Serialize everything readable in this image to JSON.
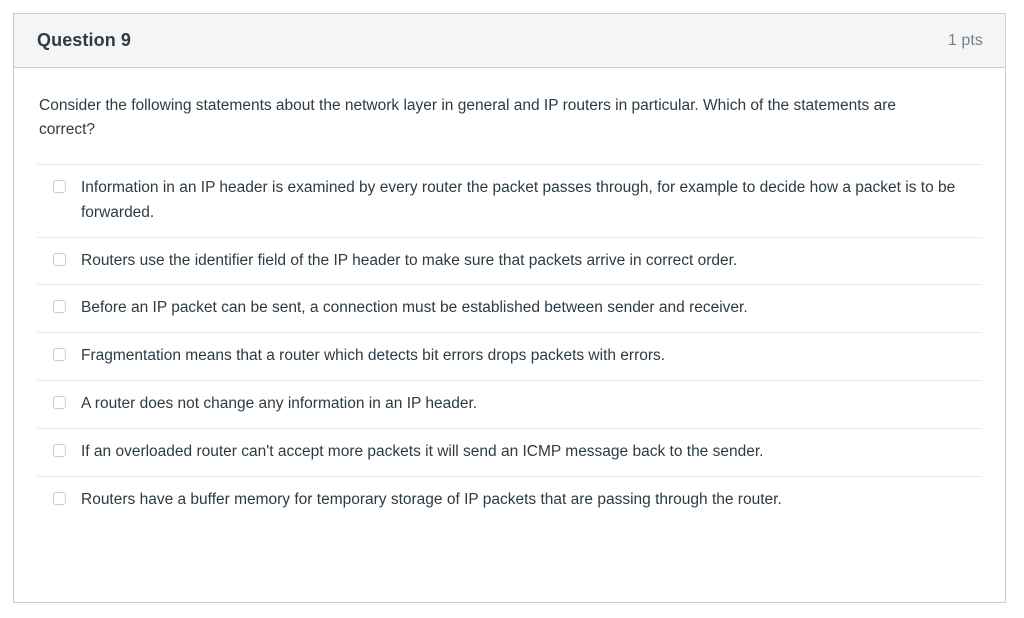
{
  "question": {
    "title": "Question 9",
    "points": "1 pts",
    "prompt": "Consider the following statements about the network layer in general and IP routers in particular. Which of the statements are correct?",
    "answers": [
      {
        "text": "Information in an IP header is examined by every router the packet passes through, for example to decide how a packet is to be forwarded.",
        "checked": false
      },
      {
        "text": "Routers use the identifier field of the IP header to make sure that packets arrive in correct order.",
        "checked": false
      },
      {
        "text": "Before an IP packet can be sent, a connection must be established between sender and receiver.",
        "checked": false
      },
      {
        "text": "Fragmentation means that a router which detects bit errors drops packets with errors.",
        "checked": false
      },
      {
        "text": "A router does not change any information in an IP header.",
        "checked": false
      },
      {
        "text": "If an overloaded router can't accept more packets it will send an ICMP message back to the sender.",
        "checked": false
      },
      {
        "text": "Routers have a buffer memory for temporary storage of IP packets that are passing through the router.",
        "checked": false
      }
    ]
  },
  "colors": {
    "card_border": "#c7cdd1",
    "header_background": "#f5f5f5",
    "text_primary": "#2d3b45",
    "text_muted": "#73818c",
    "divider": "#e8eaec"
  }
}
